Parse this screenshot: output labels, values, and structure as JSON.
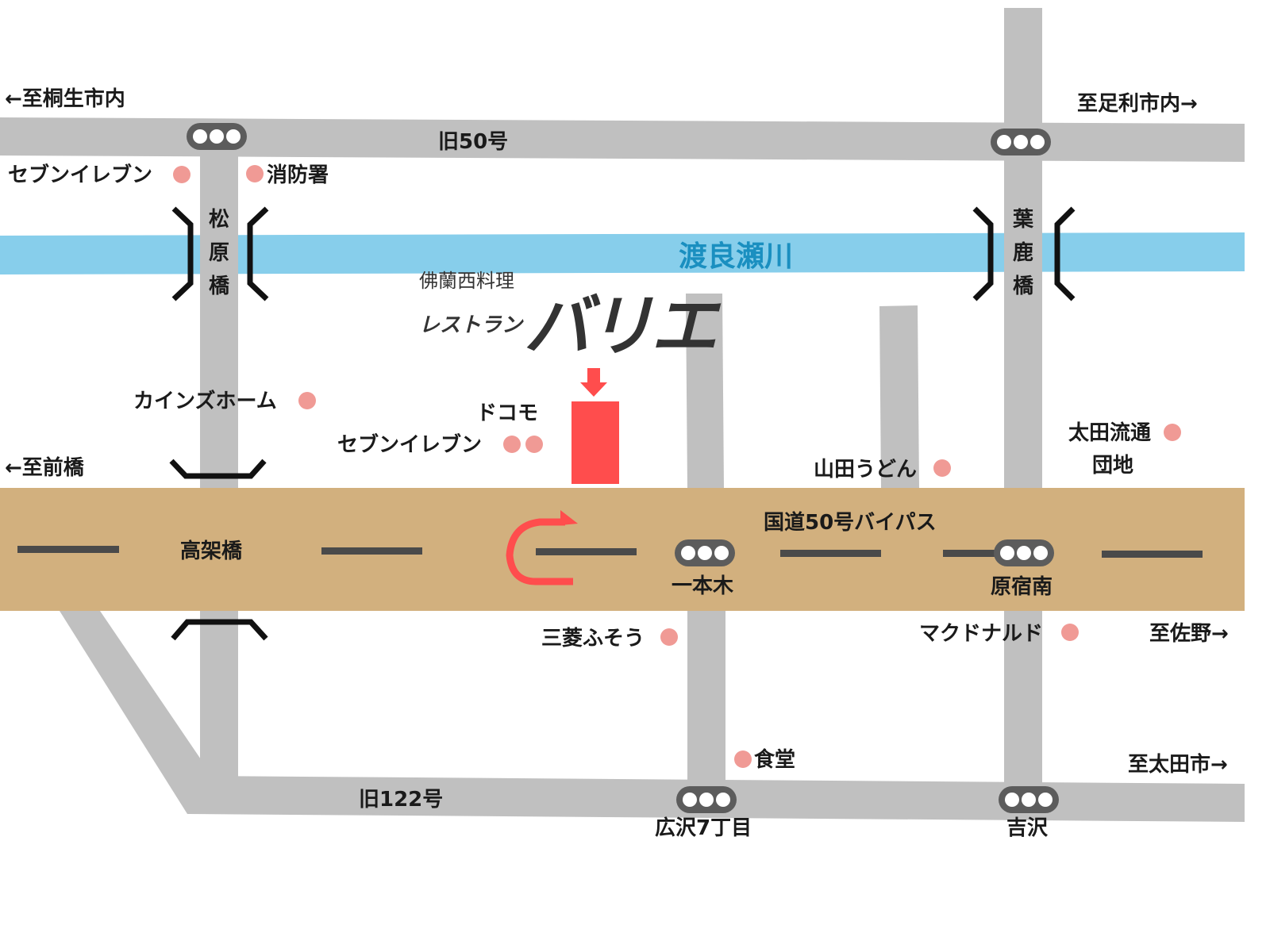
{
  "colors": {
    "road": "#c0c0c0",
    "river": "#87ceeb",
    "bypass": "#d2b07e",
    "light": "#5c5c5c",
    "poi": "#f09a95",
    "destination": "#ff4d4d",
    "dash": "#4a4a4a"
  },
  "directions": {
    "kiryu": "←至桐生市内",
    "ashikaga": "至足利市内→",
    "maebashi": "←至前橋",
    "sano": "至佐野→",
    "ota": "至太田市→"
  },
  "roads": {
    "old50": "旧50号",
    "old122": "旧122号",
    "bypass": "国道50号バイパス",
    "viaduct": "高架橋"
  },
  "river": "渡良瀬川",
  "bridges": {
    "matsubara": [
      "松",
      "原",
      "橋"
    ],
    "hajika": [
      "葉",
      "鹿",
      "橋"
    ]
  },
  "intersections": {
    "ipponki": "一本木",
    "harajukuminami": "原宿南",
    "hirosawa": "広沢7丁目",
    "yoshizawa": "吉沢"
  },
  "poi": {
    "seven_nw": "セブンイレブン",
    "fire": "消防署",
    "cainz": "カインズホーム",
    "docomo": "ドコモ",
    "seven_c": "セブンイレブン",
    "yamada": "山田うどん",
    "ota_ryutsu_1": "太田流通",
    "ota_ryutsu_2": "団地",
    "mitsubishi": "三菱ふそう",
    "mcd": "マクドナルド",
    "shokudo": "食堂"
  },
  "restaurant": {
    "cuisine": "佛蘭西料理",
    "prefix": "レストラン",
    "name": "バリエ"
  }
}
